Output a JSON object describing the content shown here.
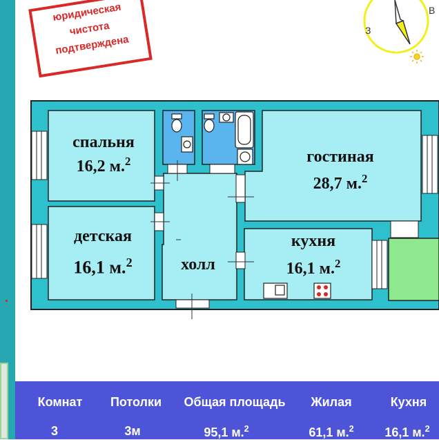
{
  "stamp": {
    "line1": "юридическая",
    "line2": "чистота",
    "line3": "подтверждена"
  },
  "compass": {
    "west": "З",
    "east": "В"
  },
  "rooms": {
    "bedroom": {
      "name": "спальня",
      "area": "16,2 м.",
      "sup": "2"
    },
    "living": {
      "name": "гостиная",
      "area": "28,7 м.",
      "sup": "2"
    },
    "kids": {
      "name": "детская",
      "area": "16,1 м.",
      "sup": "2"
    },
    "hall": {
      "name": "холл"
    },
    "kitchen": {
      "name": "кухня",
      "area": "16,1 м.",
      "sup": "2"
    }
  },
  "footer": {
    "headers": [
      "Комнат",
      "Потолки",
      "Общая площадь",
      "Жилая",
      "Кухня"
    ],
    "values": [
      "3",
      "3м",
      "95,1 м.",
      "61,1 м.",
      "16,1 м."
    ],
    "value_sups": [
      "",
      "",
      "2",
      "2",
      "2"
    ]
  },
  "colors": {
    "wall": "#2ec0cc",
    "room": "#a6eef3",
    "bath": "#5ab4ee",
    "balcony": "#8ee88e",
    "footer": "#4e54d8",
    "stamp": "#d82828"
  }
}
